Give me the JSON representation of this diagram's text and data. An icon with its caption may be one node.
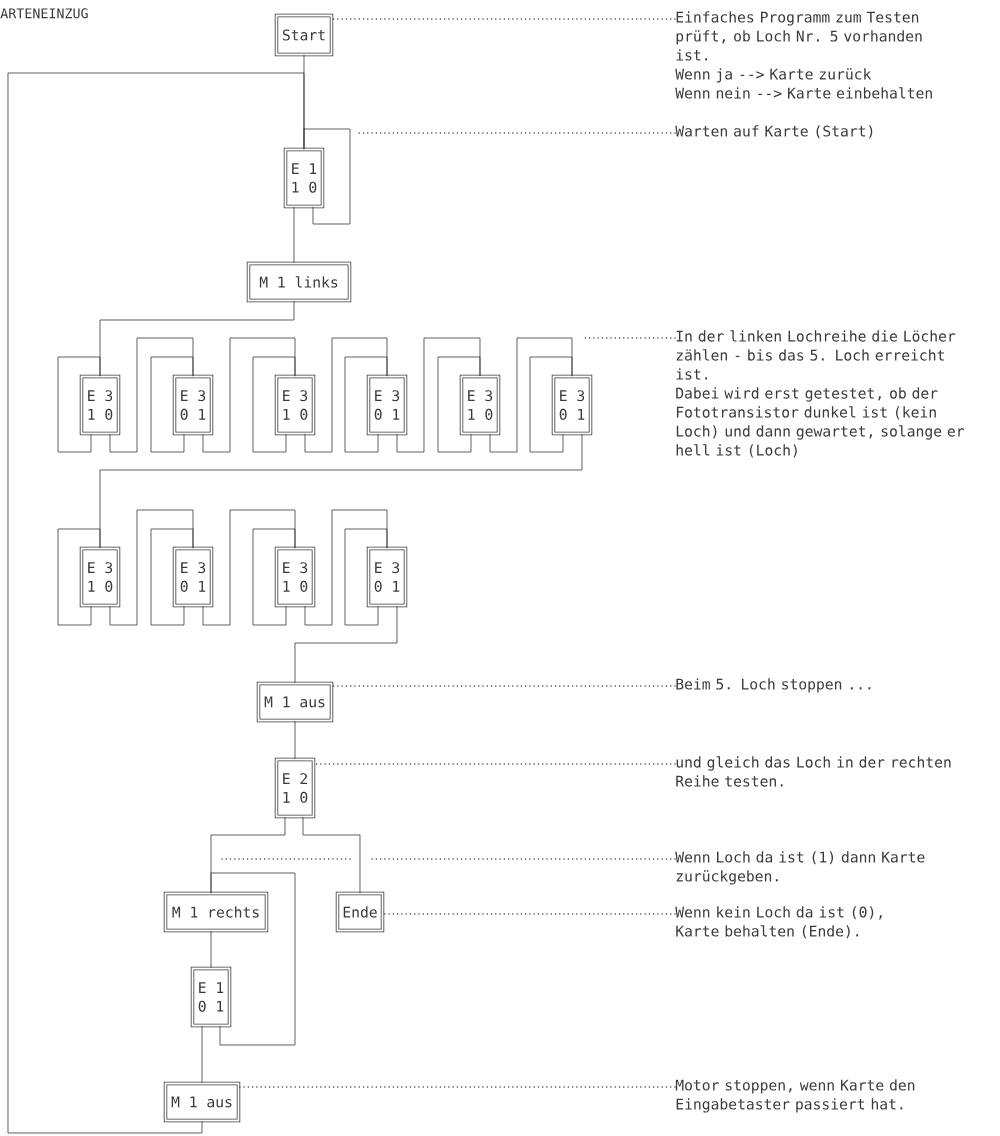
{
  "diagram": {
    "title": "ARTENEINZUG",
    "nodes": [
      {
        "text": [
          "Start"
        ]
      },
      {
        "text": [
          "E 1",
          "1 0"
        ]
      },
      {
        "text": [
          "M 1 links"
        ]
      },
      {
        "text": [
          "E 3",
          "1 0"
        ]
      },
      {
        "text": [
          "E 3",
          "0 1"
        ]
      },
      {
        "text": [
          "E 3",
          "1 0"
        ]
      },
      {
        "text": [
          "E 3",
          "0 1"
        ]
      },
      {
        "text": [
          "E 3",
          "1 0"
        ]
      },
      {
        "text": [
          "E 3",
          "0 1"
        ]
      },
      {
        "text": [
          "E 3",
          "1 0"
        ]
      },
      {
        "text": [
          "E 3",
          "0 1"
        ]
      },
      {
        "text": [
          "E 3",
          "1 0"
        ]
      },
      {
        "text": [
          "E 3",
          "0 1"
        ]
      },
      {
        "text": [
          "M 1 aus"
        ]
      },
      {
        "text": [
          "E 2",
          "1 0"
        ]
      },
      {
        "text": [
          "M 1 rechts"
        ]
      },
      {
        "text": [
          "Ende"
        ]
      },
      {
        "text": [
          "E 1",
          "0 1"
        ]
      },
      {
        "text": [
          "M 1 aus"
        ]
      },
      {
        "text": [
          "Einfaches Programm zum Testen prüft, ob Loch Nr. 5 vorhanden ist.",
          "Wenn ja --> Karte zurück",
          "Wenn nein --> Karte einbehalten"
        ]
      },
      {
        "text": [
          "Warten auf Karte (Start)"
        ]
      },
      {
        "text": [
          "In der linken Lochreihe die Löcher zählen - bis das 5. Loch erreicht ist.",
          "Dabei wird erst getestet, ob der Fototransistor dunkel ist (kein Loch) und dann gewartet, solange er hell ist (Loch)"
        ]
      },
      {
        "text": [
          "Beim 5. Loch stoppen ..."
        ]
      },
      {
        "text": [
          "und gleich das Loch in der rechten Reihe testen."
        ]
      },
      {
        "text": [
          "Wenn Loch da ist (1) dann Karte zurückgeben."
        ]
      },
      {
        "text": [
          "Wenn kein Loch da ist (0), Karte behalten (Ende)."
        ]
      },
      {
        "text": [
          "Motor stoppen, wenn Karte den Eingabetaster passiert hat."
        ]
      }
    ],
    "edges": [
      {
        "from": 0,
        "to": 1,
        "arrow": "none"
      },
      {
        "from": 1,
        "to": 1,
        "arrow": "none"
      },
      {
        "from": 1,
        "to": 2,
        "arrow": "none"
      },
      {
        "from": 2,
        "to": 3,
        "arrow": "none"
      },
      {
        "from": 3,
        "to": 3,
        "arrow": "none"
      },
      {
        "from": 3,
        "to": 4,
        "arrow": "none"
      },
      {
        "from": 4,
        "to": 4,
        "arrow": "none"
      },
      {
        "from": 4,
        "to": 5,
        "arrow": "none"
      },
      {
        "from": 5,
        "to": 5,
        "arrow": "none"
      },
      {
        "from": 5,
        "to": 6,
        "arrow": "none"
      },
      {
        "from": 6,
        "to": 6,
        "arrow": "none"
      },
      {
        "from": 6,
        "to": 7,
        "arrow": "none"
      },
      {
        "from": 7,
        "to": 7,
        "arrow": "none"
      },
      {
        "from": 7,
        "to": 8,
        "arrow": "none"
      },
      {
        "from": 8,
        "to": 8,
        "arrow": "none"
      },
      {
        "from": 8,
        "to": 9,
        "arrow": "none"
      },
      {
        "from": 9,
        "to": 9,
        "arrow": "none"
      },
      {
        "from": 9,
        "to": 10,
        "arrow": "none"
      },
      {
        "from": 10,
        "to": 10,
        "arrow": "none"
      },
      {
        "from": 10,
        "to": 11,
        "arrow": "none"
      },
      {
        "from": 11,
        "to": 11,
        "arrow": "none"
      },
      {
        "from": 11,
        "to": 12,
        "arrow": "none"
      },
      {
        "from": 12,
        "to": 12,
        "arrow": "none"
      },
      {
        "from": 12,
        "to": 13,
        "arrow": "none"
      },
      {
        "from": 13,
        "to": 14,
        "arrow": "none"
      },
      {
        "from": 14,
        "to": 15,
        "arrow": "none"
      },
      {
        "from": 14,
        "to": 16,
        "arrow": "none"
      },
      {
        "from": 15,
        "to": 17,
        "arrow": "none"
      },
      {
        "from": 17,
        "to": 15,
        "arrow": "none"
      },
      {
        "from": 17,
        "to": 18,
        "arrow": "none"
      },
      {
        "from": 18,
        "to": 1,
        "arrow": "none"
      },
      {
        "from": 19,
        "to": 0,
        "arrow": "none",
        "style": "dashed"
      },
      {
        "from": 20,
        "to": null,
        "arrow": "none",
        "style": "dashed"
      },
      {
        "from": 21,
        "to": null,
        "arrow": "none",
        "style": "dashed"
      },
      {
        "from": 22,
        "to": 13,
        "arrow": "none",
        "style": "dashed"
      },
      {
        "from": 23,
        "to": 14,
        "arrow": "none",
        "style": "dashed"
      },
      {
        "from": 24,
        "to": null,
        "arrow": "none",
        "style": "dashed"
      },
      {
        "from": 25,
        "to": 16,
        "arrow": "none",
        "style": "dashed"
      },
      {
        "from": 26,
        "to": 18,
        "arrow": "none",
        "style": "dashed"
      }
    ]
  }
}
